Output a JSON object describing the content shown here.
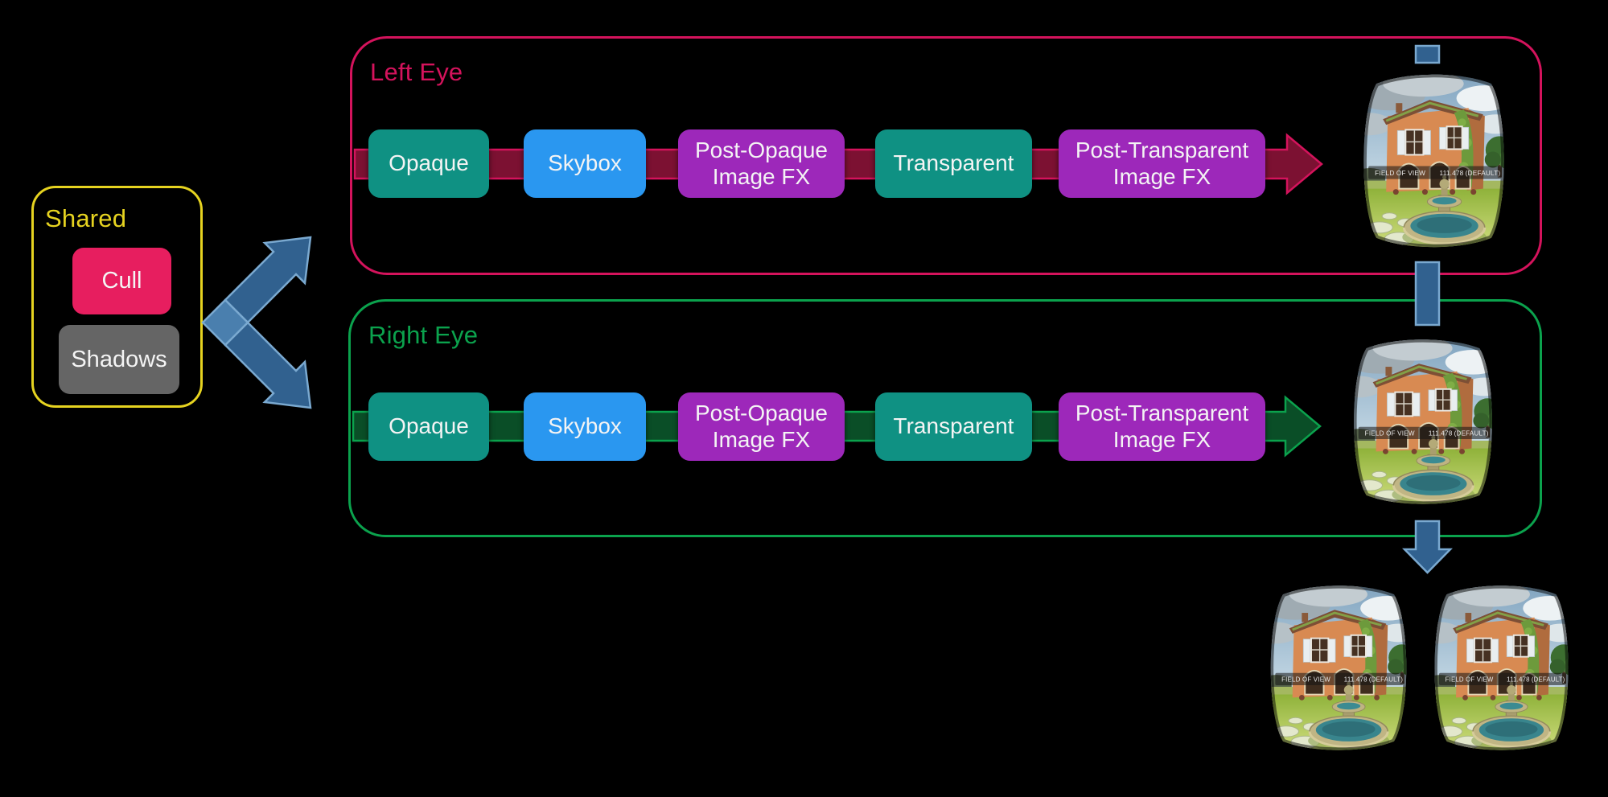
{
  "colors": {
    "accent_yellow": "#e6d320",
    "accent_crimson": "#d4135c",
    "accent_green": "#0ba24d",
    "bar_crimson": "#7c1132",
    "bar_green": "#0a4e27",
    "box_teal": "#0f9183",
    "box_blue": "#2a97f0",
    "box_purple": "#9d28ba",
    "box_pink": "#e71e5f",
    "box_gray": "#656565",
    "arrow_blue": "#31618f",
    "arrow_blue_light": "#4a7fae",
    "arrow_blue_stroke": "#7aa9d0",
    "label_text": "#f4f4f4"
  },
  "shared": {
    "label": "Shared",
    "items": [
      {
        "label": "Cull"
      },
      {
        "label": "Shadows"
      }
    ]
  },
  "left_eye": {
    "label": "Left Eye",
    "stages": [
      {
        "label": "Opaque"
      },
      {
        "label": "Skybox"
      },
      {
        "label": "Post-Opaque Image FX"
      },
      {
        "label": "Transparent"
      },
      {
        "label": "Post-Transparent Image FX"
      }
    ]
  },
  "right_eye": {
    "label": "Right Eye",
    "stages": [
      {
        "label": "Opaque"
      },
      {
        "label": "Skybox"
      },
      {
        "label": "Post-Opaque Image FX"
      },
      {
        "label": "Transparent"
      },
      {
        "label": "Post-Transparent Image FX"
      }
    ]
  },
  "eye_view": {
    "fov_label": "FIELD OF VIEW",
    "fov_value": "111.478",
    "fov_default": "(DEFAULT)"
  }
}
